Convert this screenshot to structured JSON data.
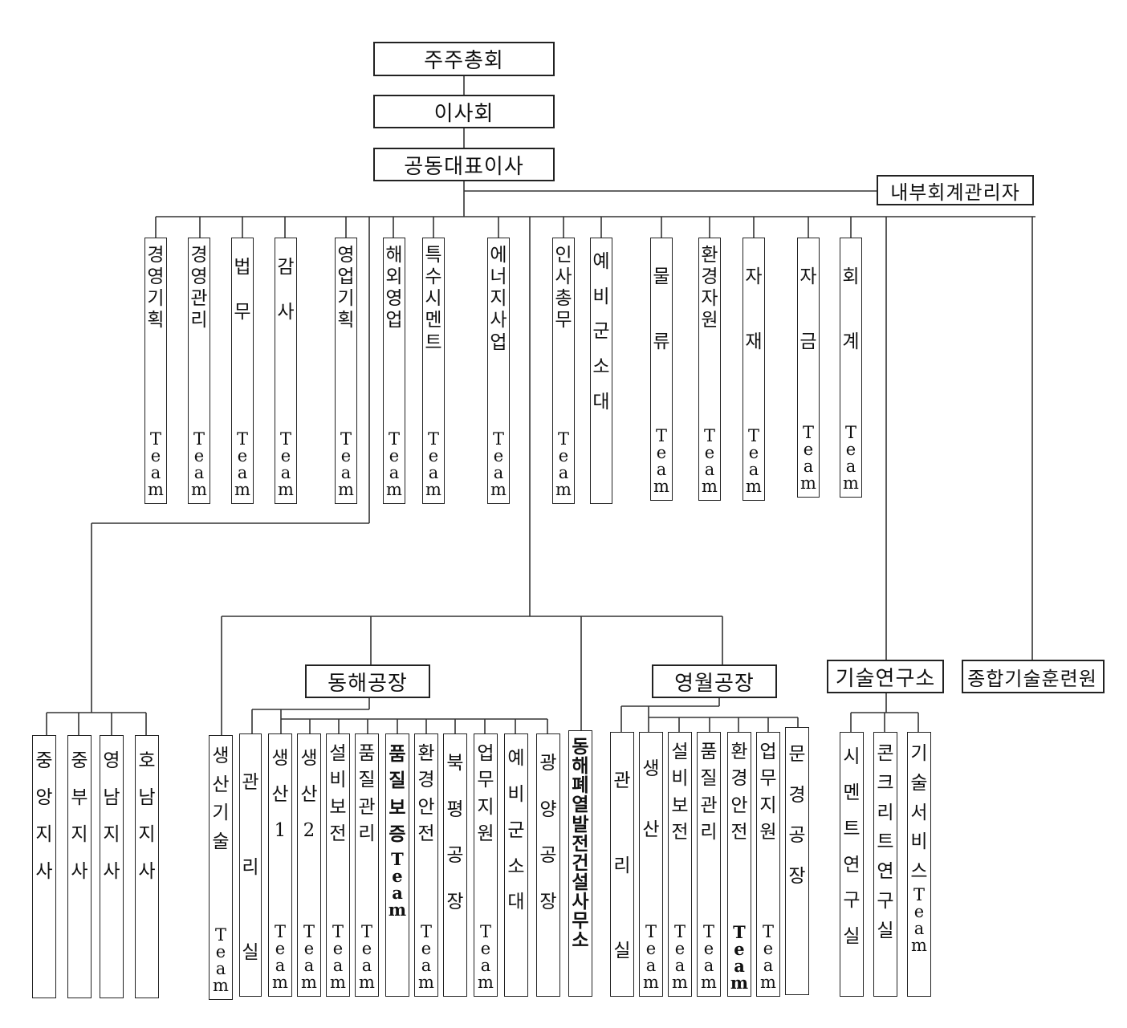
{
  "top": {
    "shareholders": "주주총회",
    "board": "이사회",
    "ceo": "공동대표이사",
    "internal_accounting": "내부회계관리자"
  },
  "hq_teams": [
    {
      "name": "경영기획",
      "team": "Team"
    },
    {
      "name": "경영관리",
      "team": "Team"
    },
    {
      "name": "법무",
      "team": "Team"
    },
    {
      "name": "감사",
      "team": "Team"
    },
    {
      "name": "영업기획",
      "team": "Team"
    },
    {
      "name": "해외영업",
      "team": "Team"
    },
    {
      "name": "특수시멘트",
      "team": "Team"
    },
    {
      "name": "에너지사업",
      "team": "Team"
    },
    {
      "name": "인사총무",
      "team": "Team"
    },
    {
      "name": "예비군소대",
      "team": ""
    },
    {
      "name": "물류",
      "team": "Team"
    },
    {
      "name": "환경자원",
      "team": "Team"
    },
    {
      "name": "자재",
      "team": "Team"
    },
    {
      "name": "자금",
      "team": "Team"
    },
    {
      "name": "회계",
      "team": "Team"
    }
  ],
  "branches": [
    {
      "name": "중앙지사"
    },
    {
      "name": "중부지사"
    },
    {
      "name": "영남지사"
    },
    {
      "name": "호남지사"
    }
  ],
  "plants": {
    "production_tech": {
      "name": "생산기술",
      "team": "Team"
    },
    "donghae": {
      "label": "동해공장",
      "units": [
        {
          "name": "관리실",
          "team": ""
        },
        {
          "name": "생산1",
          "team": "Team"
        },
        {
          "name": "생산2",
          "team": "Team"
        },
        {
          "name": "설비보전",
          "team": "Team"
        },
        {
          "name": "품질관리",
          "team": "Team"
        },
        {
          "name": "품질보증",
          "team": "Team"
        },
        {
          "name": "환경안전",
          "team": "Team"
        },
        {
          "name": "북평공장",
          "team": ""
        },
        {
          "name": "업무지원",
          "team": "Team"
        },
        {
          "name": "예비군소대",
          "team": ""
        },
        {
          "name": "광양공장",
          "team": ""
        }
      ]
    },
    "donghae_construction": {
      "name": "동해폐열발전건설사무소"
    },
    "yeongwol": {
      "label": "영월공장",
      "units": [
        {
          "name": "관리실",
          "team": ""
        },
        {
          "name": "생산",
          "team": "Team"
        },
        {
          "name": "설비보전",
          "team": "Team"
        },
        {
          "name": "품질관리",
          "team": "Team"
        },
        {
          "name": "환경안전",
          "team": "Team"
        },
        {
          "name": "업무지원",
          "team": "Team"
        },
        {
          "name": "문경공장",
          "team": ""
        }
      ]
    }
  },
  "research": {
    "label": "기술연구소",
    "units": [
      {
        "name": "시멘트연구실",
        "team": ""
      },
      {
        "name": "콘크리트연구실",
        "team": ""
      },
      {
        "name": "기술서비스",
        "team": "Team"
      }
    ]
  },
  "training": {
    "label": "종합기술훈련원"
  }
}
